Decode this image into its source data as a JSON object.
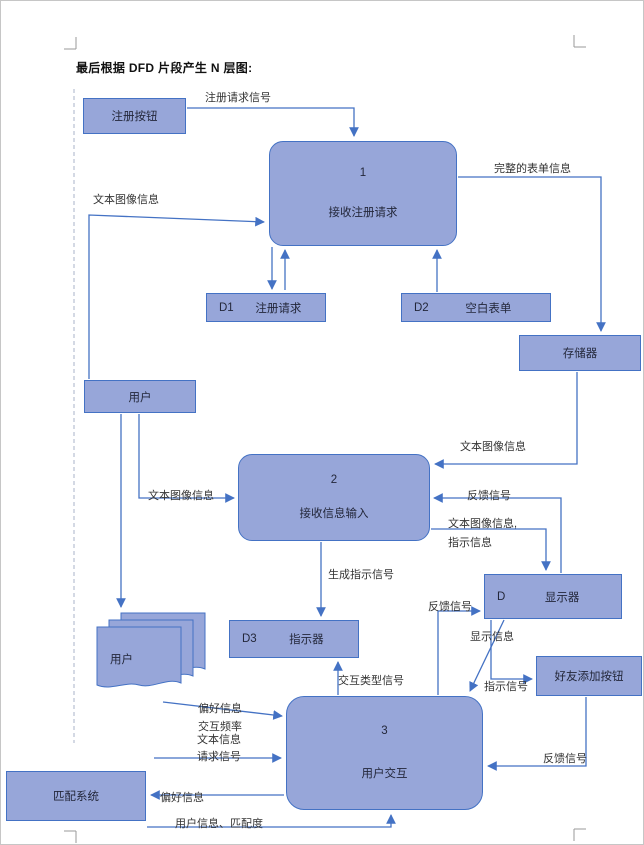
{
  "page": {
    "heading": "最后根据 DFD 片段产生 N 层图:"
  },
  "colors": {
    "node_fill": "#97A6D9",
    "node_border": "#4472C4",
    "arrow": "#4472C4"
  },
  "nodes": {
    "register_button": {
      "label": "注册按钮"
    },
    "process1": {
      "num": "1",
      "label": "接收注册请求"
    },
    "d1": {
      "id": "D1",
      "label": "注册请求"
    },
    "d2": {
      "id": "D2",
      "label": "空白表单"
    },
    "storage": {
      "label": "存储器"
    },
    "user1": {
      "label": "用户"
    },
    "process2": {
      "num": "2",
      "label": "接收信息输入"
    },
    "display": {
      "id": "D",
      "label": "显示器"
    },
    "d3": {
      "id": "D3",
      "label": "指示器"
    },
    "user2": {
      "label": "用户"
    },
    "friend_add_button": {
      "label": "好友添加按钮"
    },
    "process3": {
      "num": "3",
      "label": "用户交互"
    },
    "match_system": {
      "label": "匹配系统"
    }
  },
  "flow_labels": {
    "register_signal": "注册请求信号",
    "complete_form": "完整的表单信息",
    "text_image_user_p1": "文本图像信息",
    "text_image_storage_p2": "文本图像信息",
    "feedback_display_p2": "反馈信号",
    "text_image_p2_display": "文本图像信息,",
    "indicate_info": "指示信息",
    "text_image_user_p2": "文本图像信息",
    "generate_indicate": "生成指示信号",
    "feedback_p3_display": "反馈信号",
    "display_info": "显示信息",
    "interact_type": "交互类型信号",
    "indicate_signal": "指示信号",
    "preference_info": "偏好信息",
    "interact_freq": "交互频率",
    "text_info": "文本信息",
    "request_signal": "请求信号",
    "feedback_friend_p3": "反馈信号",
    "preference_to_match": "偏好信息",
    "user_info_match": "用户信息、匹配度"
  }
}
